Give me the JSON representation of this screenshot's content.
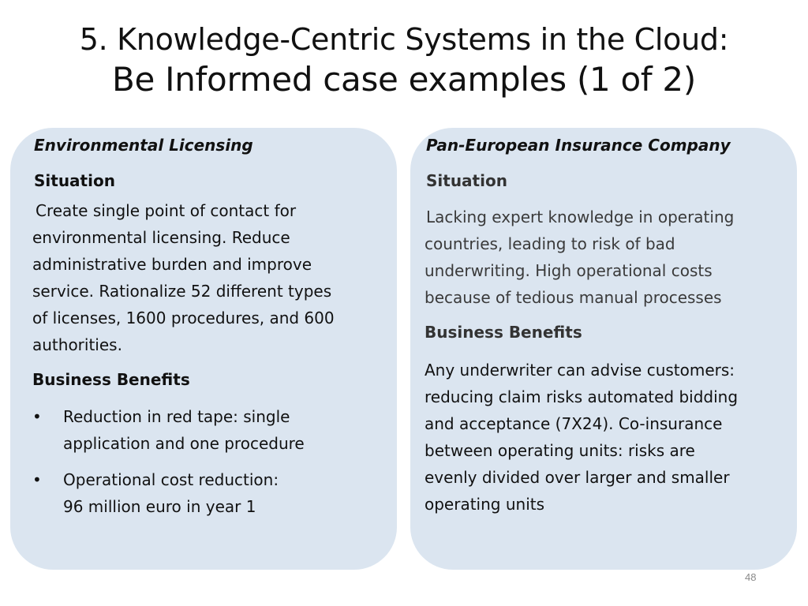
{
  "title": {
    "line1": "5. Knowledge-Centric Systems in the Cloud:",
    "line2": "Be Informed case examples (1 of 2)"
  },
  "left_panel": {
    "title": "Environmental Licensing",
    "situation_heading": "Situation",
    "situation_lines": [
      "Create single point of contact for",
      "environmental licensing. Reduce",
      "administrative burden and improve",
      "service. Rationalize 52 different types",
      "of licenses, 1600 procedures, and 600",
      "authorities."
    ],
    "benefits_heading": "Business Benefits",
    "bullet_glyph": "•",
    "bullets": [
      {
        "line1": "Reduction in red tape: single",
        "line2": "application and one procedure"
      },
      {
        "line1": "Operational cost reduction:",
        "line2": "96 million euro in year 1"
      }
    ]
  },
  "right_panel": {
    "title": "Pan-European Insurance Company",
    "situation_heading": "Situation",
    "situation_lines": [
      "Lacking expert knowledge in operating",
      "countries, leading to risk of bad",
      "underwriting. High operational costs",
      "because of tedious manual processes"
    ],
    "benefits_heading": "Business Benefits",
    "benefits_lines": [
      "Any underwriter can advise customers:",
      "reducing claim risks automated bidding",
      "and acceptance (7X24). Co-insurance",
      "between operating units: risks are",
      "evenly divided over larger and smaller",
      "operating units"
    ]
  },
  "page_number": "48",
  "colors": {
    "panel_background": "#dbe5f0",
    "text": "#111111",
    "page_number": "#8a8a8a"
  }
}
